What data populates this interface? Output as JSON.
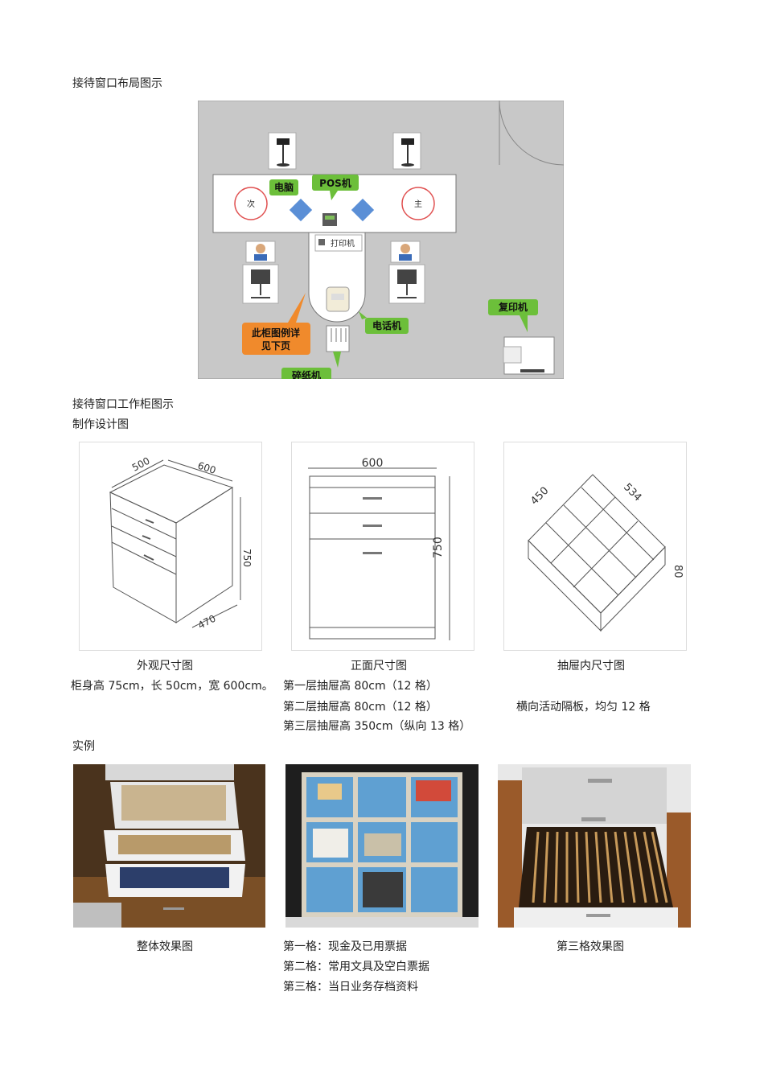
{
  "headings": {
    "layout_title": "接待窗口布局图示",
    "cabinet_title": "接待窗口工作柜图示",
    "design_title": "制作设计图",
    "example_title": "实例"
  },
  "floorplan": {
    "label_computer": "电脑",
    "label_pos": "POS机",
    "label_printer": "打印机",
    "label_phone": "电话机",
    "label_copier": "复印机",
    "label_shredder": "碎纸机",
    "callout_line1": "此柜图例详",
    "callout_line2": "见下页",
    "seat_secondary": "次",
    "seat_primary": "主",
    "colors": {
      "floor": "#c8c8c8",
      "green": "#6cbf3a",
      "orange": "#f08a2c",
      "red_ring": "#e05050"
    }
  },
  "diagrams": {
    "exterior": {
      "caption": "外观尺寸图",
      "dims": [
        "500",
        "600",
        "750",
        "470"
      ]
    },
    "front": {
      "caption": "正面尺寸图",
      "dims": [
        "600",
        "750"
      ]
    },
    "inner": {
      "caption": "抽屉内尺寸图",
      "dims": [
        "450",
        "534",
        "80"
      ]
    }
  },
  "specs": {
    "body": "柜身高 75cm，长 50cm，宽 600cm。",
    "layer1": "第一层抽屉高 80cm（12 格）",
    "layer2": "第二层抽屉高 80cm（12 格）",
    "layer3": "第三层抽屉高 350cm（纵向 13 格）",
    "partition": "横向活动隔板，均匀 12 格"
  },
  "examples": {
    "caption_overall": "整体效果图",
    "grid1": "第一格：现金及已用票据",
    "grid2": "第二格：常用文具及空白票据",
    "grid3": "第三格：当日业务存档资料",
    "caption_third": "第三格效果图"
  }
}
